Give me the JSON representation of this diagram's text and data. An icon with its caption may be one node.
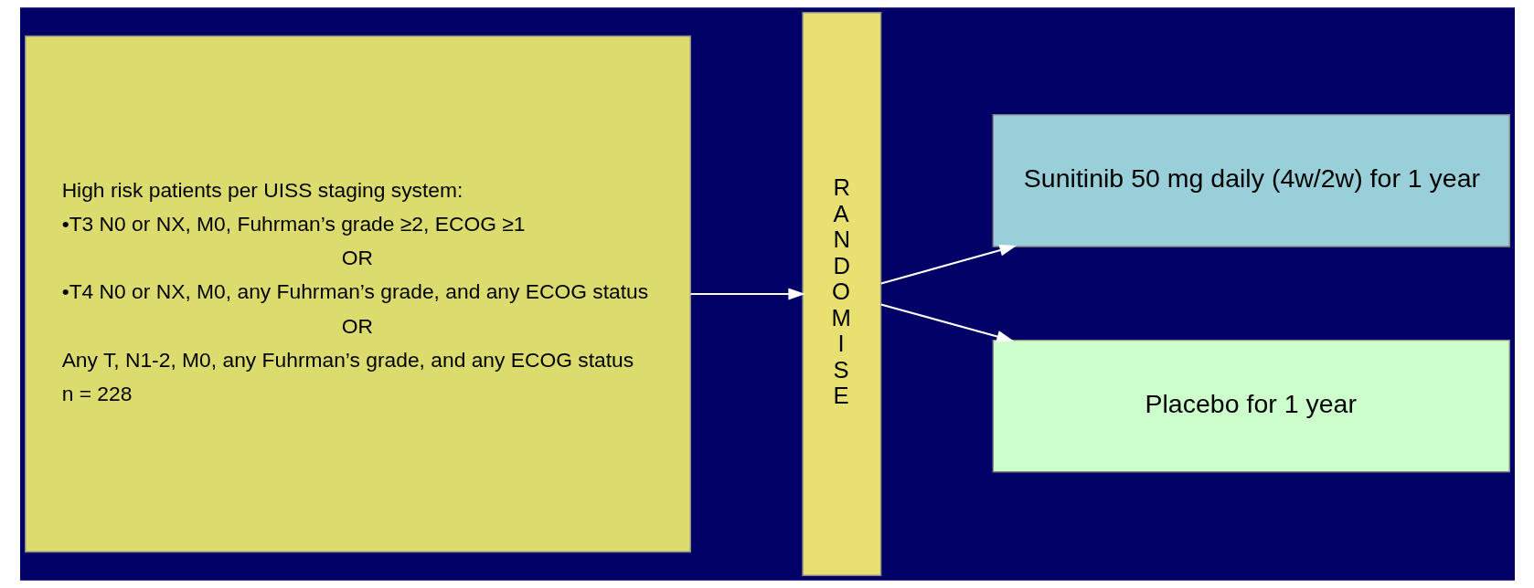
{
  "diagram": {
    "nodes": [
      {
        "text": [
          "High risk patients per UISS staging system:",
          "•T3 N0 or NX, M0, Fuhrman’s grade ≥2, ECOG ≥1",
          "OR",
          "•T4 N0 or NX, M0, any Fuhrman’s grade, and any ECOG status",
          "OR",
          "Any T, N1-2, M0, any Fuhrman’s grade, and any ECOG status",
          "n = 228"
        ]
      },
      {
        "text": [
          "RANDOMISE"
        ]
      },
      {
        "text": [
          "Sunitinib 50 mg daily (4w/2w) for 1 year"
        ]
      },
      {
        "text": [
          "Placebo for 1 year"
        ]
      }
    ],
    "edges": [
      {
        "from": 0,
        "to": 1,
        "arrow": "to"
      },
      {
        "from": 1,
        "to": 2,
        "arrow": "to"
      },
      {
        "from": 1,
        "to": 3,
        "arrow": "to"
      }
    ]
  }
}
